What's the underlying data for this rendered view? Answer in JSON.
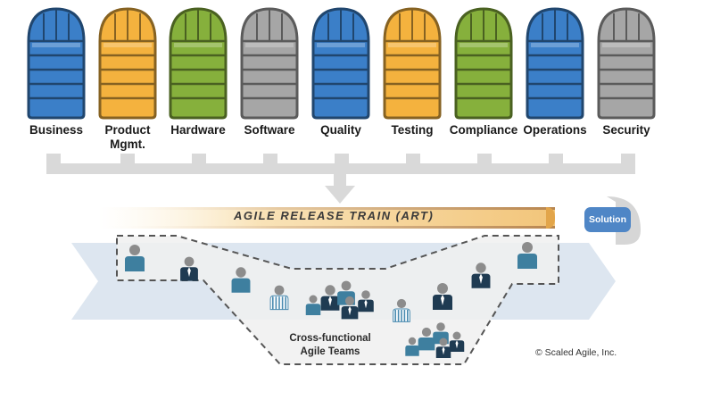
{
  "silos": [
    {
      "label": "Business",
      "color": "#3b7fc8"
    },
    {
      "label": "Product\nMgmt.",
      "color": "#f4b23e"
    },
    {
      "label": "Hardware",
      "color": "#86b03c"
    },
    {
      "label": "Software",
      "color": "#a6a6a6"
    },
    {
      "label": "Quality",
      "color": "#3b7fc8"
    },
    {
      "label": "Testing",
      "color": "#f4b23e"
    },
    {
      "label": "Compliance",
      "color": "#86b03c"
    },
    {
      "label": "Operations",
      "color": "#3b7fc8"
    },
    {
      "label": "Security",
      "color": "#a6a6a6"
    }
  ],
  "train": {
    "label": "AGILE RELEASE TRAIN (ART)"
  },
  "solution": {
    "label": "Solution",
    "color": "#4f86c6"
  },
  "teams": {
    "line1": "Cross-functional",
    "line2": "Agile Teams"
  },
  "copyright": "© Scaled Agile, Inc.",
  "colors": {
    "chevron": "#dde6f0",
    "connector": "#d9d9d9",
    "person_dark": "#1f3b52",
    "person_teal": "#3e7f9f",
    "head": "#8c8c8c"
  }
}
